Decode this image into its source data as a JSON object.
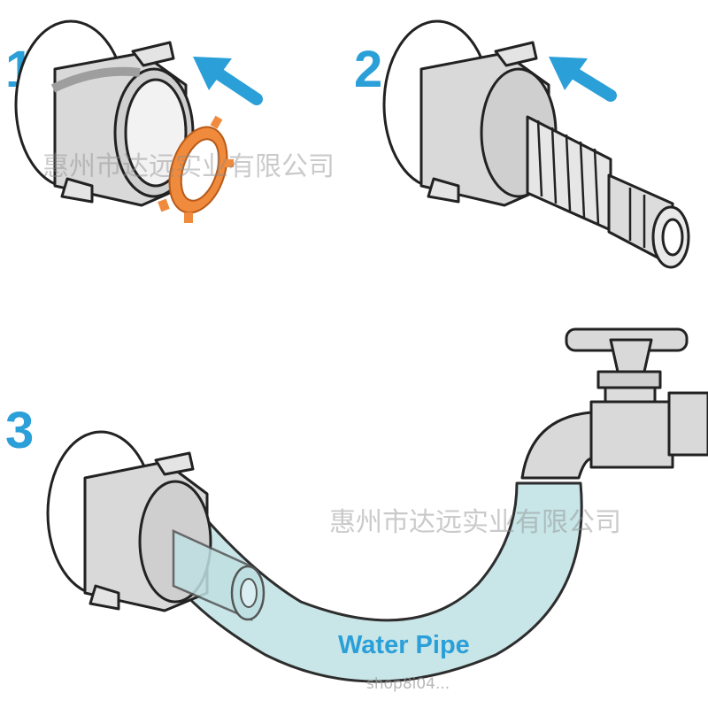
{
  "steps": [
    {
      "number": "1"
    },
    {
      "number": "2"
    },
    {
      "number": "3"
    }
  ],
  "labels": {
    "water_pipe": "Water Pipe"
  },
  "watermarks": {
    "company_top": "惠州市达远实业有限公司",
    "company_bottom": "惠州市达远实业有限公司",
    "shop": "shop8i04..."
  },
  "colors": {
    "step_number": "#2a9fd8",
    "arrow": "#2a9fd8",
    "gasket": "#f08a3c",
    "pipe_fill": "#c6e4e6",
    "metal_grey": "#d9d9d9",
    "outline": "#222222"
  },
  "icons": [
    "arrow-icon",
    "gasket-icon",
    "faucet-icon",
    "hose-adapter-icon"
  ]
}
